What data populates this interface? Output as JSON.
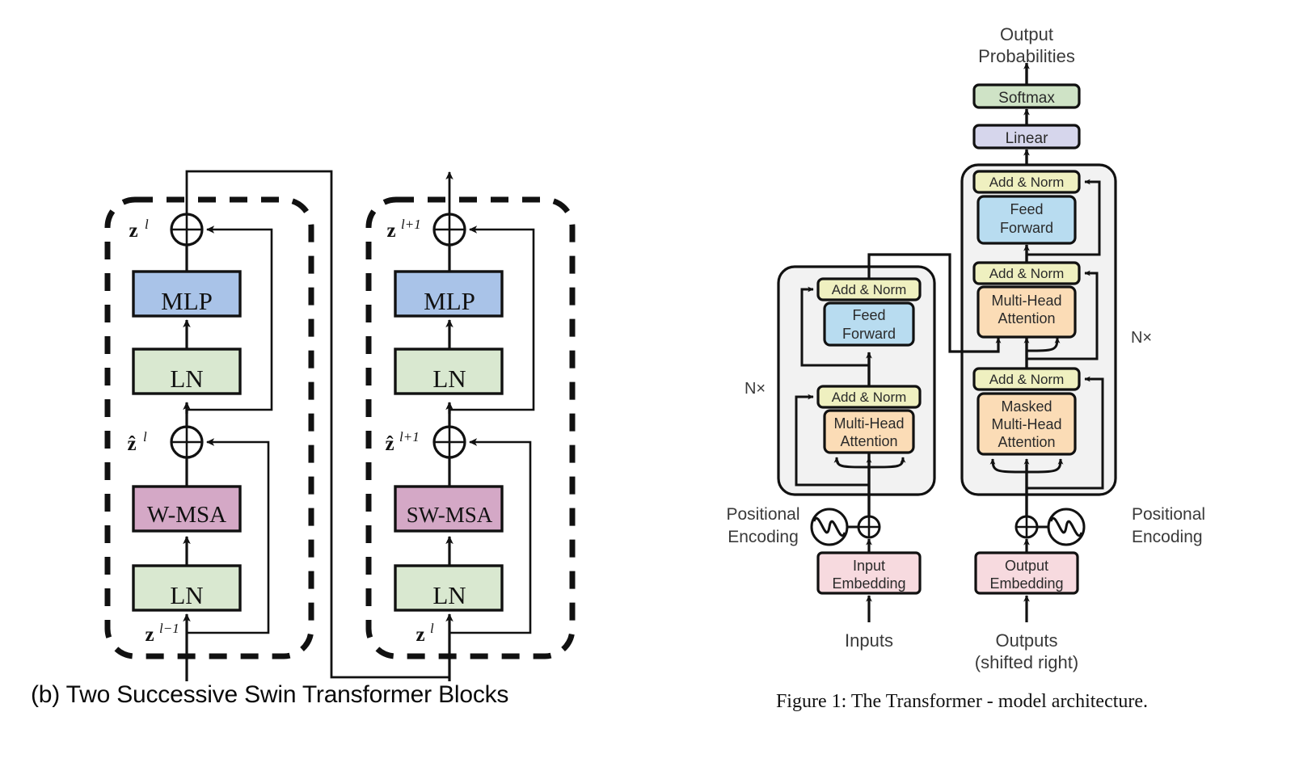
{
  "figure_left": {
    "caption": "(b) Two Successive Swin Transformer Blocks",
    "block1": {
      "labels": {
        "in": "z",
        "in_sup": "l−1",
        "mid": "ẑ",
        "mid_sup": "l",
        "out": "z",
        "out_sup": "l"
      },
      "nodes": [
        {
          "label": "LN",
          "color": "#d9e8d0"
        },
        {
          "label": "W-MSA",
          "color": "#d4a8c6"
        },
        {
          "label": "LN",
          "color": "#d9e8d0"
        },
        {
          "label": "MLP",
          "color": "#a9c3e8"
        }
      ]
    },
    "block2": {
      "labels": {
        "in": "z",
        "in_sup": "l",
        "mid": "ẑ",
        "mid_sup": "l+1",
        "out": "z",
        "out_sup": "l+1"
      },
      "nodes": [
        {
          "label": "LN",
          "color": "#d9e8d0"
        },
        {
          "label": "SW-MSA",
          "color": "#d4a8c6"
        },
        {
          "label": "LN",
          "color": "#d9e8d0"
        },
        {
          "label": "MLP",
          "color": "#a9c3e8"
        }
      ]
    },
    "add_symbol": "⊕"
  },
  "figure_right": {
    "caption": "Figure 1: The Transformer - model architecture.",
    "top_text_line1": "Output",
    "top_text_line2": "Probabilities",
    "softmax": {
      "label": "Softmax",
      "color": "#cfe3c6"
    },
    "linear": {
      "label": "Linear",
      "color": "#d6d6ec"
    },
    "encoder": {
      "repeat_label": "N×",
      "blocks": [
        {
          "label": "Multi-Head\nAttention",
          "line1": "Multi-Head",
          "line2": "Attention",
          "color": "#fbdcb6"
        },
        {
          "label": "Add & Norm",
          "color": "#eff0c0"
        },
        {
          "label": "Feed\nForward",
          "line1": "Feed",
          "line2": "Forward",
          "color": "#b8dcf0"
        },
        {
          "label": "Add & Norm",
          "color": "#eff0c0"
        }
      ]
    },
    "decoder": {
      "repeat_label": "N×",
      "blocks": [
        {
          "line1": "Masked",
          "line2": "Multi-Head",
          "line3": "Attention",
          "color": "#fbdcb6"
        },
        {
          "label": "Add & Norm",
          "color": "#eff0c0"
        },
        {
          "line1": "Multi-Head",
          "line2": "Attention",
          "color": "#fbdcb6"
        },
        {
          "label": "Add & Norm",
          "color": "#eff0c0"
        },
        {
          "line1": "Feed",
          "line2": "Forward",
          "color": "#b8dcf0"
        },
        {
          "label": "Add & Norm",
          "color": "#eff0c0"
        }
      ]
    },
    "input_embedding": {
      "line1": "Input",
      "line2": "Embedding",
      "color": "#f7dadf"
    },
    "output_embedding": {
      "line1": "Output",
      "line2": "Embedding",
      "color": "#f7dadf"
    },
    "positional_encoding_left": {
      "line1": "Positional",
      "line2": "Encoding"
    },
    "positional_encoding_right": {
      "line1": "Positional",
      "line2": "Encoding"
    },
    "inputs_label": "Inputs",
    "outputs_label_line1": "Outputs",
    "outputs_label_line2": "(shifted right)",
    "plus_symbol": "⊕"
  },
  "colors": {
    "attention": "#fbdcb6",
    "addnorm": "#eff0c0",
    "feedforward": "#b8dcf0",
    "embedding": "#f7dadf",
    "softmax": "#cfe3c6",
    "linear": "#d6d6ec",
    "container": "#f2f2f2",
    "mlp": "#a9c3e8",
    "ln": "#d9e8d0",
    "msa": "#d4a8c6",
    "stroke": "#1a1a1a"
  }
}
